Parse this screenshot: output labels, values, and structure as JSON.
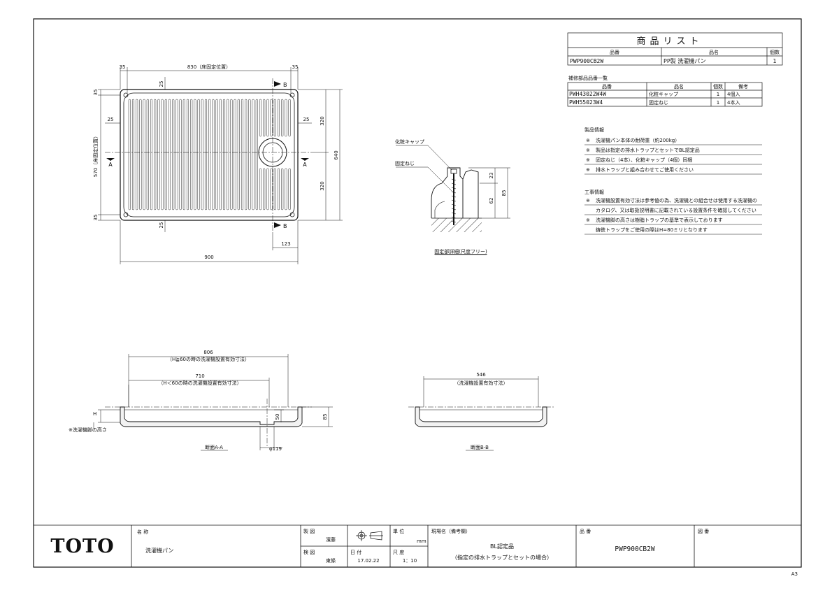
{
  "product_list": {
    "title": "商品リスト",
    "headers": [
      "品番",
      "品名",
      "個数"
    ],
    "rows": [
      [
        "PWP900CB2W",
        "PP製 洗濯機パン",
        "1"
      ]
    ]
  },
  "accessories": {
    "title": "補修部品品番一覧",
    "headers": [
      "品番",
      "品名",
      "個数",
      "備考"
    ],
    "rows": [
      [
        "PWH43022W4W",
        "化粧キャップ",
        "1",
        "4個入"
      ],
      [
        "PWH55023W4",
        "固定ねじ",
        "1",
        "4本入"
      ]
    ]
  },
  "product_info": {
    "title": "製品情報",
    "items": [
      "洗濯機パン本体の耐荷重（約200kg）",
      "製品は指定の排水トラップとセットでBL認定品",
      "固定ねじ（4本）、化粧キャップ（4個）同梱",
      "排水トラップと組み合わせてご使用ください"
    ]
  },
  "construction_info": {
    "title": "工事情報",
    "items": [
      "洗濯機設置有効寸法は参考値の為、洗濯機との組合せは使用する洗濯機の",
      "カタログ、又は取扱説明書に記載されている設置条件を確認してください",
      "洗濯機脚の高さは樹脂トラップの基準で表示しております",
      "鋳鉄トラップをご使用の際はH=80ミリとなります"
    ],
    "marked": [
      true,
      false,
      true,
      false
    ]
  },
  "plan_view": {
    "dim_top_left": "35",
    "dim_top_center": "830（床固定位置）",
    "dim_top_right": "35",
    "dim_left_top": "35",
    "dim_left_center": "570（床固定位置）",
    "dim_left_bottom": "35",
    "dim_right_upper": "320",
    "dim_right_lower": "320",
    "dim_right_total": "640",
    "dim_inner_25": [
      "25",
      "25",
      "25",
      "25"
    ],
    "dim_bottom_total": "900",
    "dim_drain_offset": "123",
    "section_a": "A",
    "section_b": "B"
  },
  "detail_view": {
    "label_cap": "化粧キャップ",
    "label_screw": "固定ねじ",
    "dim_23": "23",
    "dim_62": "62",
    "dim_85": "85",
    "caption": "固定部詳細(尺度フリー)"
  },
  "section_aa": {
    "dim_806": "806",
    "note_806": "（H≧60の時の洗濯機設置有効寸法）",
    "dim_710": "710",
    "note_710": "（H＜60の時の洗濯機設置有効寸法）",
    "label_h": "H",
    "dim_50": "50",
    "dim_85": "85",
    "dim_119": "φ119",
    "note_leg": "※洗濯機脚の高さ",
    "caption": "断面A-A"
  },
  "section_bb": {
    "dim_546": "546",
    "note_546": "（洗濯機設置有効寸法）",
    "caption": "断面B-B"
  },
  "title_block": {
    "logo": "TOTO",
    "name_label": "名 称",
    "name_value": "洗濯機パン",
    "drawn_label": "製 図",
    "drawn_value": "濱藤",
    "checked_label": "検 図",
    "checked_value": "東條",
    "date_label": "日 付",
    "date_value": "17.02.22",
    "unit_label": "単 位",
    "unit_value": "mm",
    "scale_label": "尺 度",
    "scale_value": "1：10",
    "site_label": "現場名（備考欄）",
    "site_value_1": "BL認定品",
    "site_value_2": "（指定の排水トラップとセットの場合）",
    "part_label": "品 番",
    "part_value": "PWP900CB2W",
    "drawing_label": "図 番",
    "paper_size": "A3"
  },
  "icons": {
    "projection": "third-angle-projection-icon"
  }
}
